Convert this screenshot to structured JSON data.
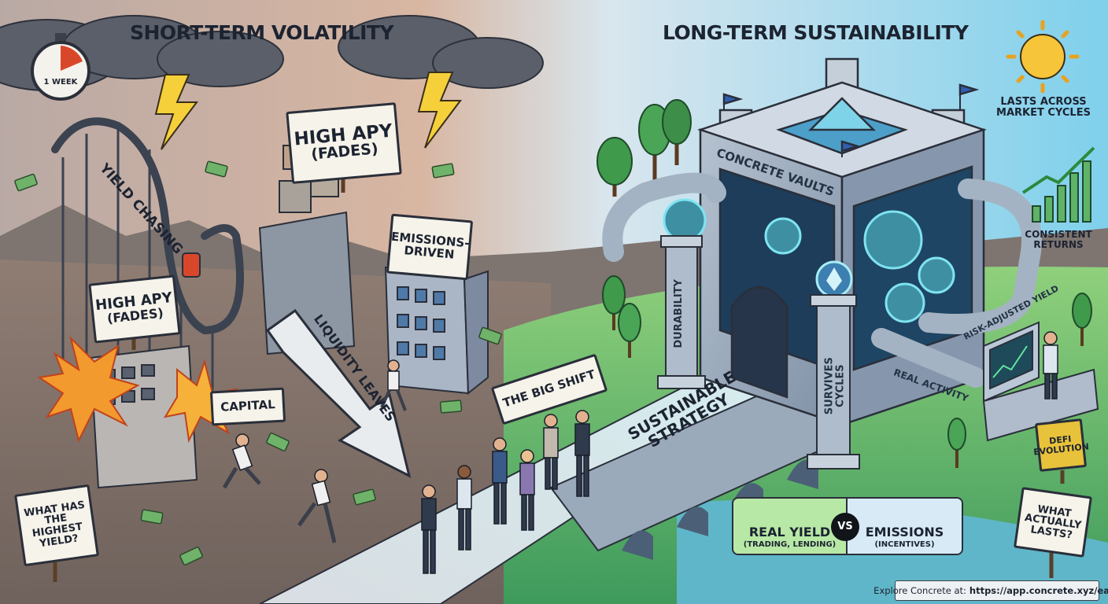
{
  "left": {
    "title": "SHORT-TERM VOLATILITY",
    "timer_label": "1 WEEK",
    "coaster_label": "YIELD CHASING",
    "billboard_top": {
      "line1": "HIGH APY",
      "line2": "(FADES)"
    },
    "billboard_mid": {
      "line1": "HIGH APY",
      "line2": "(FADES)"
    },
    "emissions_sign": "EMISSIONS-DRIVEN",
    "capital_sign": "CAPITAL",
    "arrow_label": "LIQUIDITY LEAVES",
    "question_sign": "WHAT HAS THE HIGHEST YIELD?"
  },
  "middle": {
    "big_shift_sign": "THE BIG SHIFT",
    "path_label": "SUSTAINABLE STRATEGY"
  },
  "right": {
    "title": "LONG-TERM SUSTAINABILITY",
    "sun_label": "LASTS ACROSS MARKET CYCLES",
    "returns_label": "CONSISTENT RETURNS",
    "vault_label": "CONCRETE VAULTS",
    "pillar_left": "DURABILITY",
    "pillar_right": "SURVIVES CYCLES",
    "pipe_label_1": "RISK-ADJUSTED YIELD",
    "pipe_label_2": "REAL ACTIVITY",
    "defi_sign": "DEFI EVOLUTION",
    "question_sign": "WHAT ACTUALLY LASTS?",
    "comparison": {
      "real_title": "REAL YIELD",
      "real_sub": "(TRADING, LENDING)",
      "vs": "VS",
      "emissions_title": "EMISSIONS",
      "emissions_sub": "(INCENTIVES)"
    }
  },
  "footer": {
    "prefix": "Explore Concrete at:",
    "url": "https://app.concrete.xyz/earn"
  }
}
